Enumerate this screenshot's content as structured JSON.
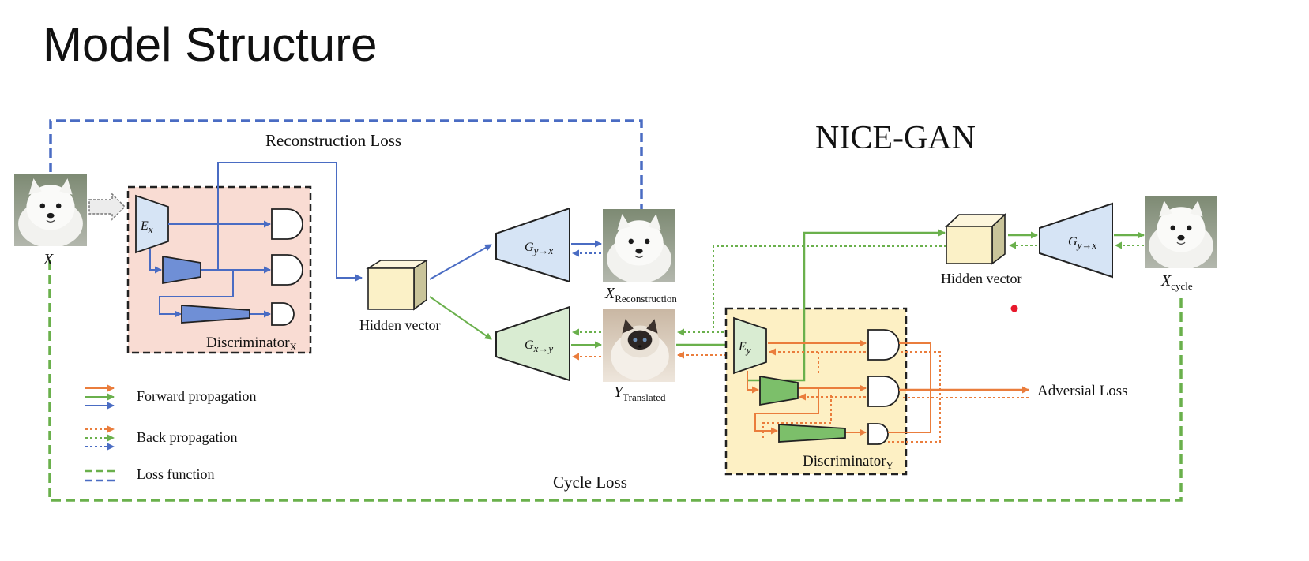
{
  "slide_title": "Model Structure",
  "diagram_title": "NICE-GAN",
  "loss_labels": {
    "reconstruction": "Reconstruction Loss",
    "cycle": "Cycle Loss",
    "adversarial": "Adversial Loss"
  },
  "images": {
    "x": {
      "label": "X",
      "sub": "",
      "icon": "white-puppy-photo"
    },
    "x_reconstruction": {
      "label": "X",
      "sub": "Reconstruction",
      "icon": "white-puppy-photo"
    },
    "y_translated": {
      "label": "Y",
      "sub": "Translated",
      "icon": "cat-photo"
    },
    "x_cycle": {
      "label": "X",
      "sub": "cycle",
      "icon": "white-puppy-photo"
    }
  },
  "modules": {
    "encoder_x": {
      "main": "E",
      "sub": "x"
    },
    "encoder_y": {
      "main": "E",
      "sub": "y"
    },
    "generator_top": {
      "main": "G",
      "sub": "y→x"
    },
    "generator_bottom": {
      "main": "G",
      "sub": "x→y"
    },
    "generator_right": {
      "main": "G",
      "sub": "y→x"
    }
  },
  "discriminators": {
    "x": {
      "main": "Discriminator",
      "sub": "X"
    },
    "y": {
      "main": "Discriminator",
      "sub": "Y"
    }
  },
  "hidden_vectors": {
    "left": "Hidden vector",
    "right": "Hidden vector"
  },
  "legend": [
    {
      "label": "Forward propagation",
      "style": "solid"
    },
    {
      "label": "Back propagation",
      "style": "dotted"
    },
    {
      "label": "Loss function",
      "style": "dashed"
    }
  ],
  "colors": {
    "blue": "#4a6cc3",
    "green": "#6ab04c",
    "orange": "#ea7d3c",
    "disc_x_bg": "#f9dcd3",
    "disc_y_bg": "#fdf0c4",
    "gen_blue_fill": "#d6e4f5",
    "gen_green_fill": "#d9ecd2",
    "cube_fill": "#fbf1c7",
    "pointer_dot": "#e8192c"
  }
}
